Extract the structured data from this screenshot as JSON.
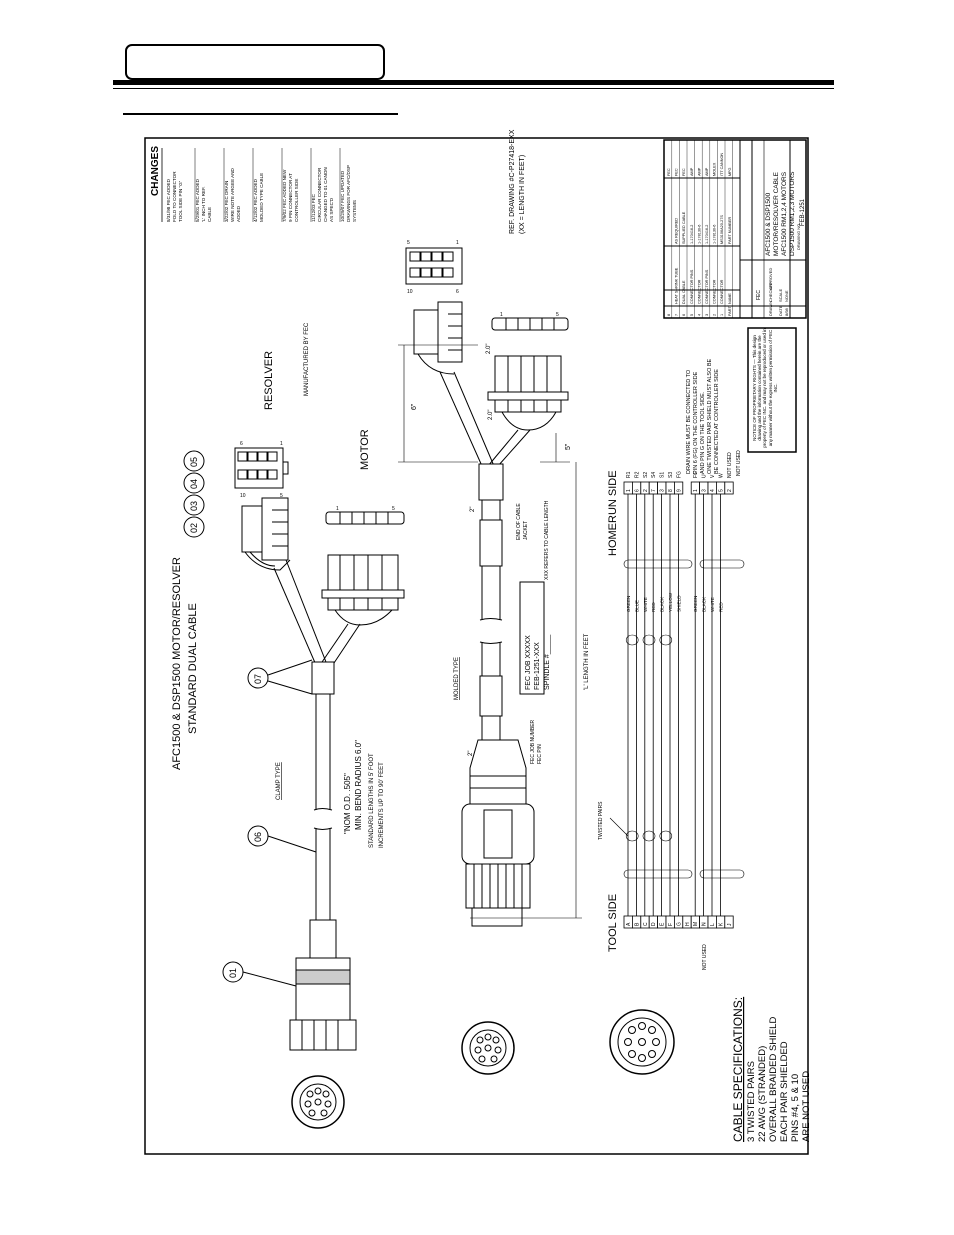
{
  "drawing": {
    "title_line1": "AFC1500 & DSP1500 MOTOR/RESOLVER",
    "title_line2": "STANDARD DUAL CABLE",
    "changes_heading": "CHANGES",
    "changes": [
      "8/31/98 FEC ADDED FOLD TO CONNECTOR TOOL SIDE PIN \"G\"",
      "5/29/01 FEC ADDED 'L' INCH TO REF. CABLE",
      "3/22/02 FEC DRAIN WIRE NOTE ARGEE AND ADDED",
      "4/12/02 FEC ADDED MOLDED TYPE CABLE",
      "7/9/02 FEC ADDED NEW 9 PIN CONNECTOR AT CONTROLLER SIDE",
      "11/12/03 FEC CIRCULAR CONNECTOR CHANGED TO 01 CANON AS SPEC'D",
      "10/29/07 FEC UPDATED DRAWINGS FOR AFC/DSP SYSTEMS"
    ],
    "balloons": [
      "01",
      "02",
      "03",
      "04",
      "05",
      "06",
      "07"
    ],
    "resolver_label": "RESOLVER",
    "motor_label": "MOTOR",
    "manufactured_by": "MANUFACTURED BY FEC",
    "ref_drawing_1": "REF. DRAWING #C-P27418-EXX",
    "ref_drawing_2": "(XX = LENGTH IN FEET)",
    "clamp_type": "CLAMP TYPE",
    "molded_type": "MOLDED TYPE",
    "nom_od": "\"NOM O.D. .505\"",
    "bend_radius": "MIN. BEND RADIUS 6.0\"",
    "std_lengths_1": "STANDARD LENGTHS IN 5' FOOT",
    "std_lengths_2": "INCREMENTS UP TO 90' FEET",
    "dim_6": "6\"",
    "dim_5": "5\"",
    "dim_2a": "2.0\"",
    "dim_2b": "2.0\"",
    "dim_2c": "2\"",
    "dim_2d": "2\"",
    "length_note": "'L' LENGTH IN FEET",
    "end_jacket_1": "END OF CABLE",
    "end_jacket_2": "JACKET",
    "xxx_note": "XXX REFERS TO CABLE LENGTH",
    "label_line1": "FEC JOB XXXXX",
    "label_line2": "FEB-1251-XXX",
    "label_line3": "SPINDLE #_____",
    "job_number_note": "FEC JOB NUMBER",
    "pn_note": "FEC P/N",
    "homerun_side": "HOMERUN SIDE",
    "tool_side": "TOOL SIDE",
    "twisted_pairs_note": "TWISTED PAIRS",
    "drain_note": [
      "DRAIN WIRE MUST BE CONNECTED TO",
      "PIN 6 (FG) ON THE CONTROLLER SIDE",
      "AND PIN G ON THE TOOL SIDE.",
      "ONE TWISTED PAIR SHIELD MUST ALSO BE",
      "BE CONNECTED AT CONTROLLER SIDE"
    ],
    "not_used_tool": "NOT USED",
    "not_used_home": "NOT USED",
    "proprietary_note": "NOTICE OF PROPRIETARY RIGHTS — This design drawing and the information contained herein are the property of FEC INC. and may not be reproduced or used in any manner without the express written permission of FEC INC.",
    "resolver_rows": [
      {
        "tool": "A",
        "color": "GREEN",
        "home": "1",
        "sig": "R1"
      },
      {
        "tool": "B",
        "color": "BLUE",
        "home": "6",
        "sig": "R2"
      },
      {
        "tool": "C",
        "color": "WHITE",
        "home": "2",
        "sig": "S2"
      },
      {
        "tool": "D",
        "color": "RED",
        "home": "7",
        "sig": "S4"
      },
      {
        "tool": "E",
        "color": "BLACK",
        "home": "3",
        "sig": "S1"
      },
      {
        "tool": "F",
        "color": "YELLOW",
        "home": "8",
        "sig": "S3"
      },
      {
        "tool": "G",
        "color": "SHIELD",
        "home": "9",
        "sig": "FG"
      },
      {
        "tool": "H",
        "color": "",
        "home": "",
        "sig": ""
      }
    ],
    "motor_rows": [
      {
        "tool": "M",
        "color": "GREEN",
        "home": "1",
        "sig": "FG"
      },
      {
        "tool": "N",
        "color": "BLACK",
        "home": "3",
        "sig": "U"
      },
      {
        "tool": "L",
        "color": "WHITE",
        "home": "4",
        "sig": "V"
      },
      {
        "tool": "K",
        "color": "RED",
        "home": "5",
        "sig": "W"
      },
      {
        "tool": "J",
        "color": "",
        "home": "2",
        "sig": "NOT USED"
      }
    ],
    "cable_specs_heading": "CABLE SPECIFICATIONS:",
    "cable_specs": [
      "3 TWISTED PAIRS",
      "22 AWG (STRANDED)",
      "OVERALL BRAIDED SHIELD",
      "EACH PAIR SHIELDED",
      "PINS #4, 5 & 10",
      "ARE NOT USED"
    ],
    "title_block": {
      "bom_rows": [
        {
          "item": "8",
          "desc": "",
          "part": "",
          "qty": "FEC"
        },
        {
          "item": "7",
          "desc": "HEAT SHRINK TUBE",
          "part": "AS REQUIRED",
          "qty": "FEC"
        },
        {
          "item": "6",
          "desc": "DUAL CABLE",
          "part": "SUPPLIED CABLE",
          "qty": "FEC"
        },
        {
          "item": "5",
          "desc": "CONNECTOR PINS",
          "part": "1-170416-2",
          "qty": "AMP"
        },
        {
          "item": "4",
          "desc": "CONNECTOR",
          "part": "1-178130-6",
          "qty": "AMP"
        },
        {
          "item": "3",
          "desc": "CONNECTOR PINS",
          "part": "1-170416-2",
          "qty": "AMP"
        },
        {
          "item": "2",
          "desc": "CONNECTOR",
          "part": "1-178130-6",
          "qty": "MOLEX"
        },
        {
          "item": "1",
          "desc": "CONNECTOR",
          "part": "MS3106A20-27S",
          "qty": "ITT CANNON"
        }
      ],
      "bom_header": {
        "item": "PART",
        "desc": "NAME",
        "part": "PART NUMBER",
        "qty": "MFG"
      },
      "company": "FEC",
      "title_desc_1": "AFC1500 & DSP1500",
      "title_desc_2": "MOTOR/RESOLVER CABLE",
      "title_desc_3": "AFC1500 RM1,2,4 MOTORS",
      "title_desc_4": "DSP1500 RM1,2,3 MOTORS",
      "drawing_no_label": "DRAWING NO.",
      "drawing_no": "FEB-1251",
      "scale_label": "SCALE",
      "scale": "NONE",
      "date_label": "DATE",
      "date": "8/98",
      "drawn_label": "DRAWN",
      "drawn": "FEC",
      "checked_label": "CHECKED",
      "approved_label": "APPROVED"
    }
  }
}
